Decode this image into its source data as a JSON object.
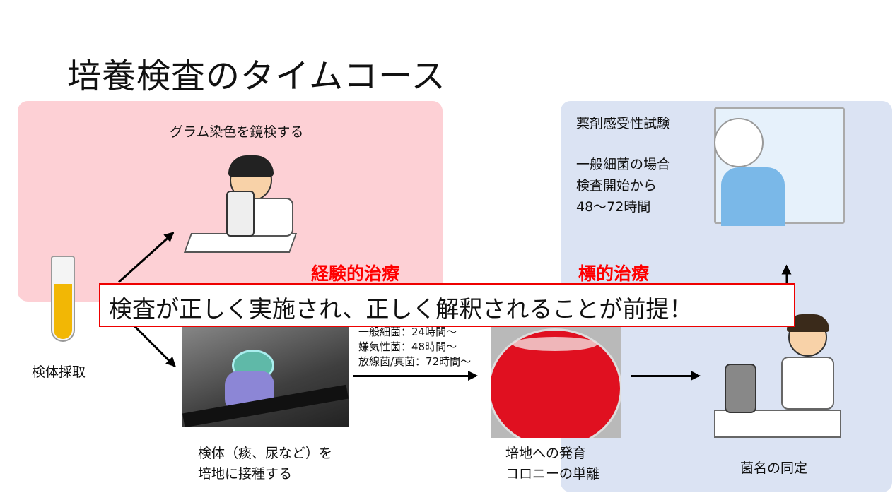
{
  "title": "培養検査のタイムコース",
  "gram": {
    "label": "グラム染色を鏡検する",
    "therapy": "経験的治療"
  },
  "specimen": {
    "label": "検体採取"
  },
  "inoculate": {
    "line1": "検体（痰、尿など）を",
    "line2": "培地に接種する"
  },
  "times": [
    "一般細菌：24時間～",
    "嫌気性菌：48時間～",
    "放線菌/真菌：72時間～"
  ],
  "growth": {
    "line1": "培地への発育",
    "line2": "コロニーの単離"
  },
  "identify": {
    "label": "菌名の同定"
  },
  "susceptibility": {
    "title": "薬剤感受性試験",
    "line1": "一般細菌の場合",
    "line2": "検査開始から",
    "line3": "48～72時間",
    "therapy": "標的治療"
  },
  "banner": "検査が正しく実施され、正しく解釈されることが前提！",
  "colors": {
    "pink": "#fdd0d5",
    "blue": "#dbe3f3",
    "red": "#ff0000"
  }
}
